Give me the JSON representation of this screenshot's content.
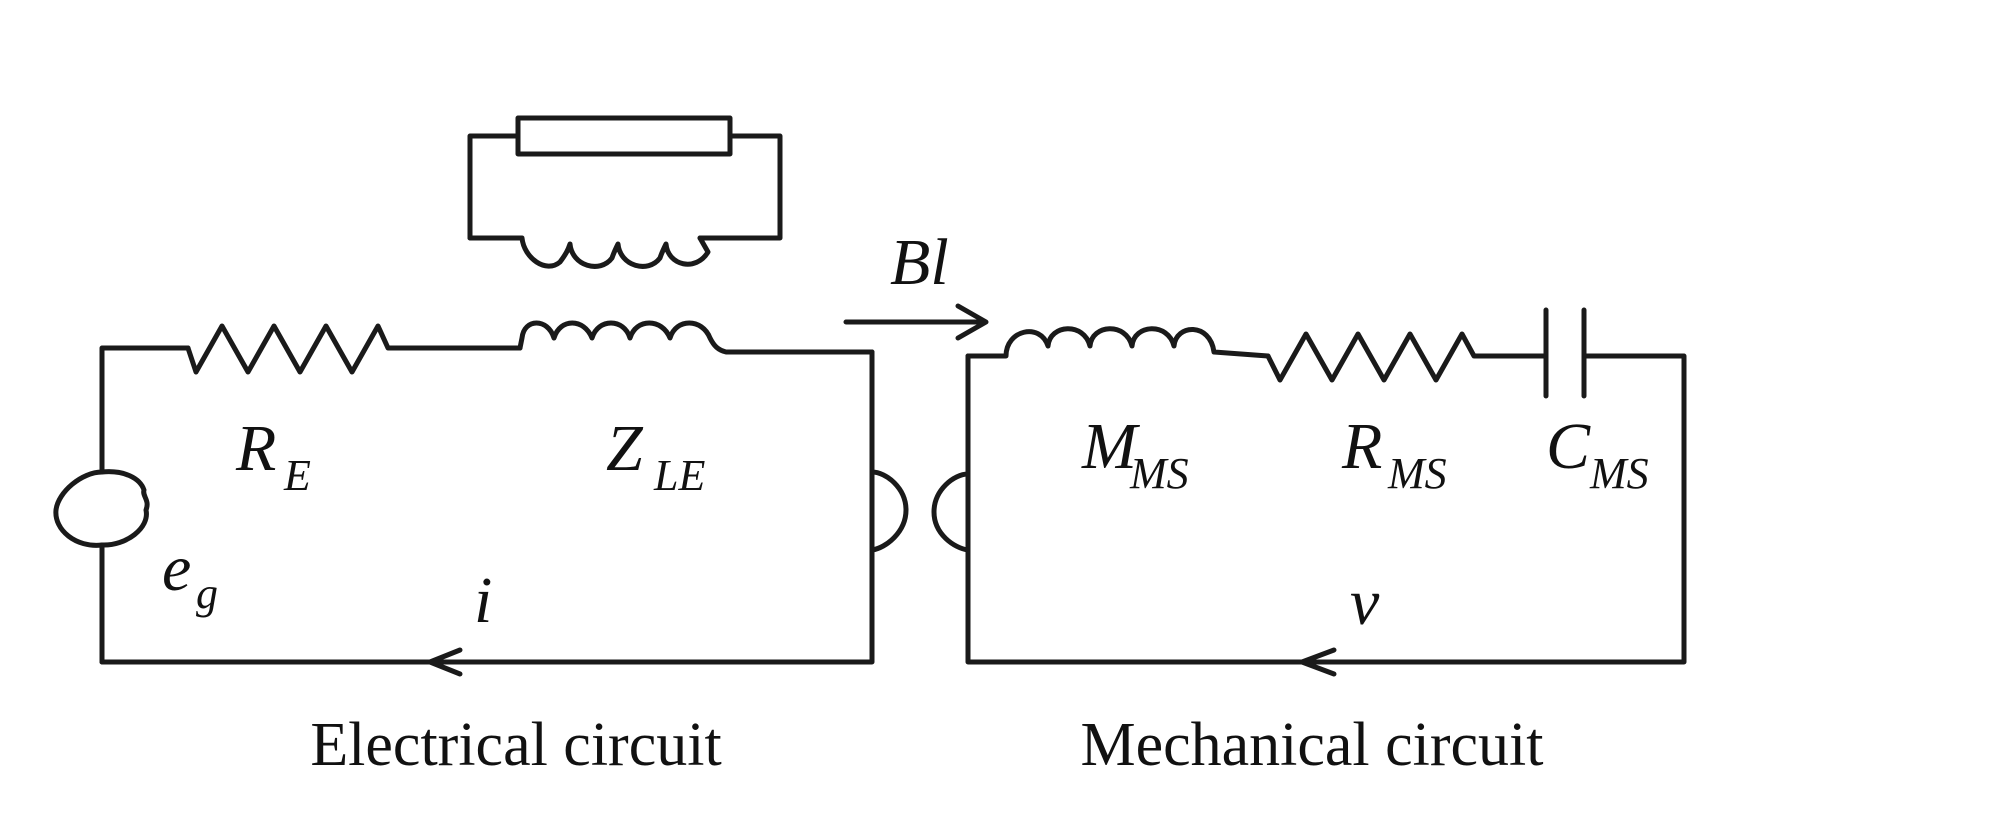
{
  "electrical": {
    "caption": "Electrical circuit",
    "source_label": "e",
    "source_sub": "g",
    "resistor_label": "R",
    "resistor_sub": "E",
    "impedance_label": "Z",
    "impedance_sub": "LE",
    "current_label": "i"
  },
  "coupling": {
    "label": "Bl"
  },
  "mechanical": {
    "caption": "Mechanical circuit",
    "mass_label": "M",
    "mass_sub": "MS",
    "resistance_label": "R",
    "resistance_sub": "MS",
    "compliance_label": "C",
    "compliance_sub": "MS",
    "velocity_label": "v"
  }
}
